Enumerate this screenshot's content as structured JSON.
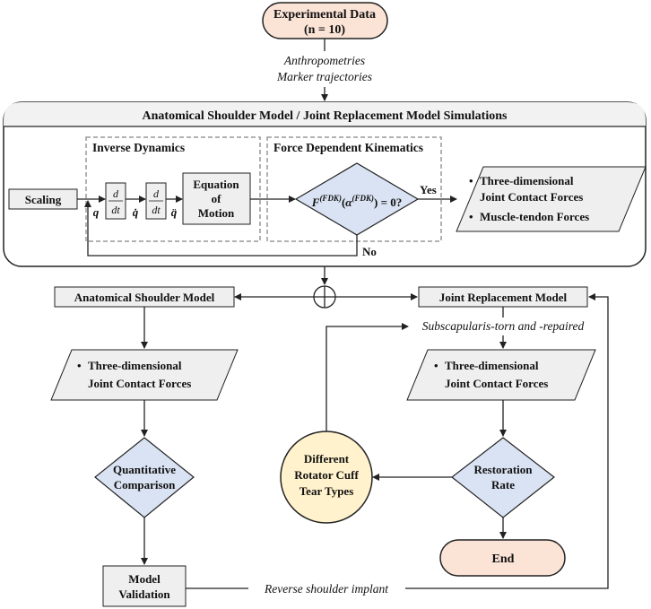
{
  "start": {
    "line1": "Experimental Data",
    "line2": "(n = 10)"
  },
  "inputs": {
    "line1": "Anthropometries",
    "line2": "Marker trajectories"
  },
  "simulations": {
    "title": "Anatomical Shoulder Model / Joint Replacement Model Simulations"
  },
  "scaling": "Scaling",
  "inverse_dynamics": {
    "title": "Inverse Dynamics",
    "d": "d",
    "dt": "dt",
    "q": "q",
    "qdot": "q̇",
    "qddot": "q̈",
    "equation": {
      "line1": "Equation",
      "line2": "of",
      "line3": "Motion"
    }
  },
  "fdk": {
    "title": "Force Dependent Kinematics",
    "condition": {
      "F": "F",
      "sup": "(FDK)",
      "open": "(",
      "alpha": "α",
      "close": ") = 0?"
    },
    "yes": "Yes",
    "no": "No"
  },
  "sim_output": {
    "item1_line1": "Three-dimensional",
    "item1_line2": "Joint Contact Forces",
    "item2": "Muscle-tendon Forces",
    "bullet": "•"
  },
  "left": {
    "model": "Anatomical Shoulder Model",
    "forces_line1": "Three-dimensional",
    "forces_line2": "Joint Contact Forces",
    "comparison_line1": "Quantitative",
    "comparison_line2": "Comparison",
    "validation_line1": "Model",
    "validation_line2": "Validation"
  },
  "right": {
    "model": "Joint Replacement Model",
    "subscap": "Subscapularis-torn and -repaired",
    "forces_line1": "Three-dimensional",
    "forces_line2": "Joint Contact Forces",
    "restoration_line1": "Restoration",
    "restoration_line2": "Rate",
    "end": "End"
  },
  "tear": {
    "line1": "Different",
    "line2": "Rotator Cuff",
    "line3": "Tear Types"
  },
  "reverse": "Reverse shoulder implant",
  "colors": {
    "terminal_fill": "#fbe3d6",
    "decision_fill": "#dae3f3",
    "tear_fill": "#fff2cc",
    "box_fill": "#efefef",
    "header_fill": "#f2f2f2",
    "stroke": "#222222",
    "dashed": "#999999"
  }
}
